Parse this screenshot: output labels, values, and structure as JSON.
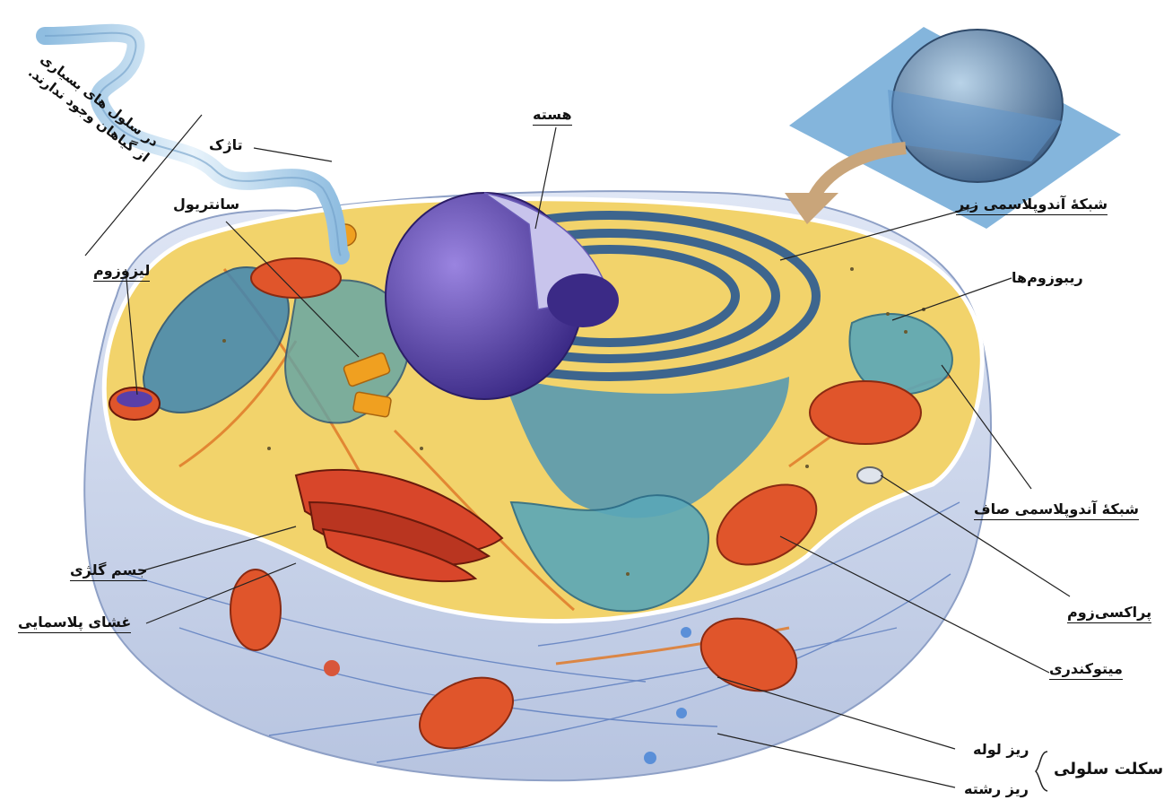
{
  "labels": {
    "nucleus": "هسته",
    "flagellum": "تاژک",
    "centriole": "سانتریول",
    "lysosome": "لیزوزوم",
    "rough_er": "شبکۀ آندوپلاسمی زبر",
    "ribosomes": "ریبوزوم‌ها",
    "smooth_er": "شبکۀ آندوپلاسمی صاف",
    "peroxisome": "پراکسی‌زوم",
    "mitochondrion": "میتوکندری",
    "golgi": "جسم گلژی",
    "plasma_membrane": "غشای پلاسمایی",
    "microtubule": "ریز لوله",
    "microfilament": "ریز رشته",
    "cytoskeleton": "اسکلت سلولی"
  },
  "note": {
    "line1": "در سلول های بسیاری",
    "line2": "از گیاهان وجود ندارند."
  },
  "colors": {
    "cytoplasm": "#f2d36b",
    "membrane_side": "#c9d6ec",
    "nucleus": "#5a3fa8",
    "er": "#3e86b3",
    "mitochondria": "#e0552b",
    "golgi": "#d8462a",
    "flagellum": "#a9cde8"
  }
}
